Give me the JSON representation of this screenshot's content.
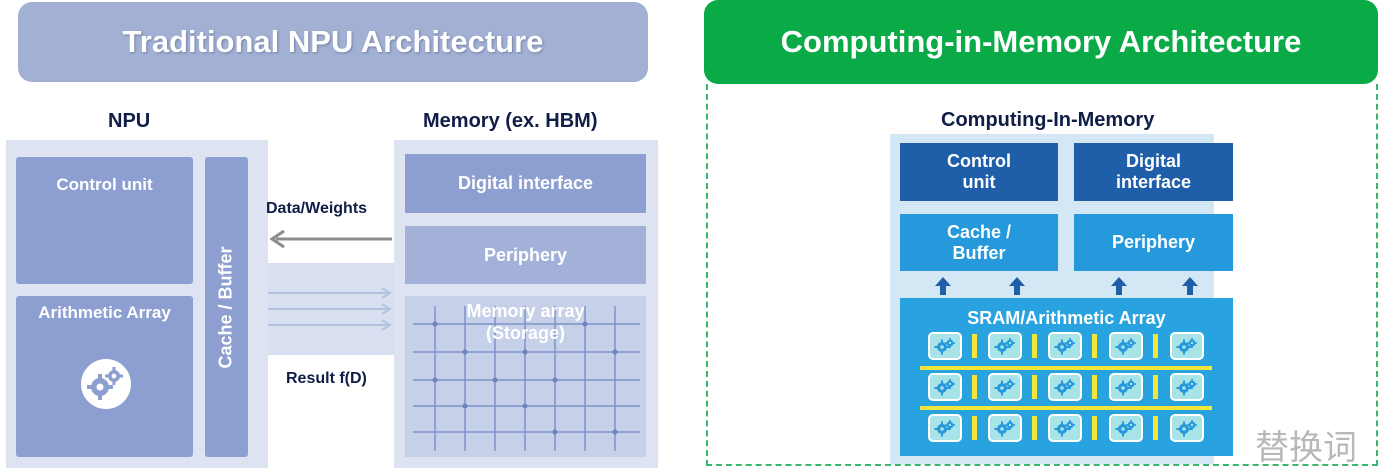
{
  "traditional": {
    "header": "Traditional NPU Architecture",
    "npu_label": "NPU",
    "control_unit": "Control unit",
    "arithmetic_array": "Arithmetic Array",
    "cache_buffer": "Cache / Buffer",
    "memory_label": "Memory (ex. HBM)",
    "digital_interface": "Digital interface",
    "periphery": "Periphery",
    "memory_array_line1": "Memory array",
    "memory_array_line2": "(Storage)",
    "data_weights": "Data/Weights",
    "result": "Result f(D)"
  },
  "cim": {
    "header": "Computing-in-Memory Architecture",
    "label": "Computing-In-Memory",
    "control_unit_line1": "Control",
    "control_unit_line2": "unit",
    "digital_interface_line1": "Digital",
    "digital_interface_line2": "interface",
    "cache_buffer_line1": "Cache /",
    "cache_buffer_line2": "Buffer",
    "periphery": "Periphery",
    "sram_array": "SRAM/Arithmetic Array"
  },
  "watermark": "替换词",
  "icons": [
    "gears-icon",
    "arrow-left-icon",
    "arrow-right-icon",
    "arrow-up-icon"
  ],
  "colors": {
    "traditional_header": "#a2b0d4",
    "cim_header": "#0aab47",
    "cim_dark_block": "#1f5ea9",
    "cim_block": "#2699dd",
    "sram_cell": "#a8e4e7",
    "sram_bar": "#f2e63a"
  }
}
